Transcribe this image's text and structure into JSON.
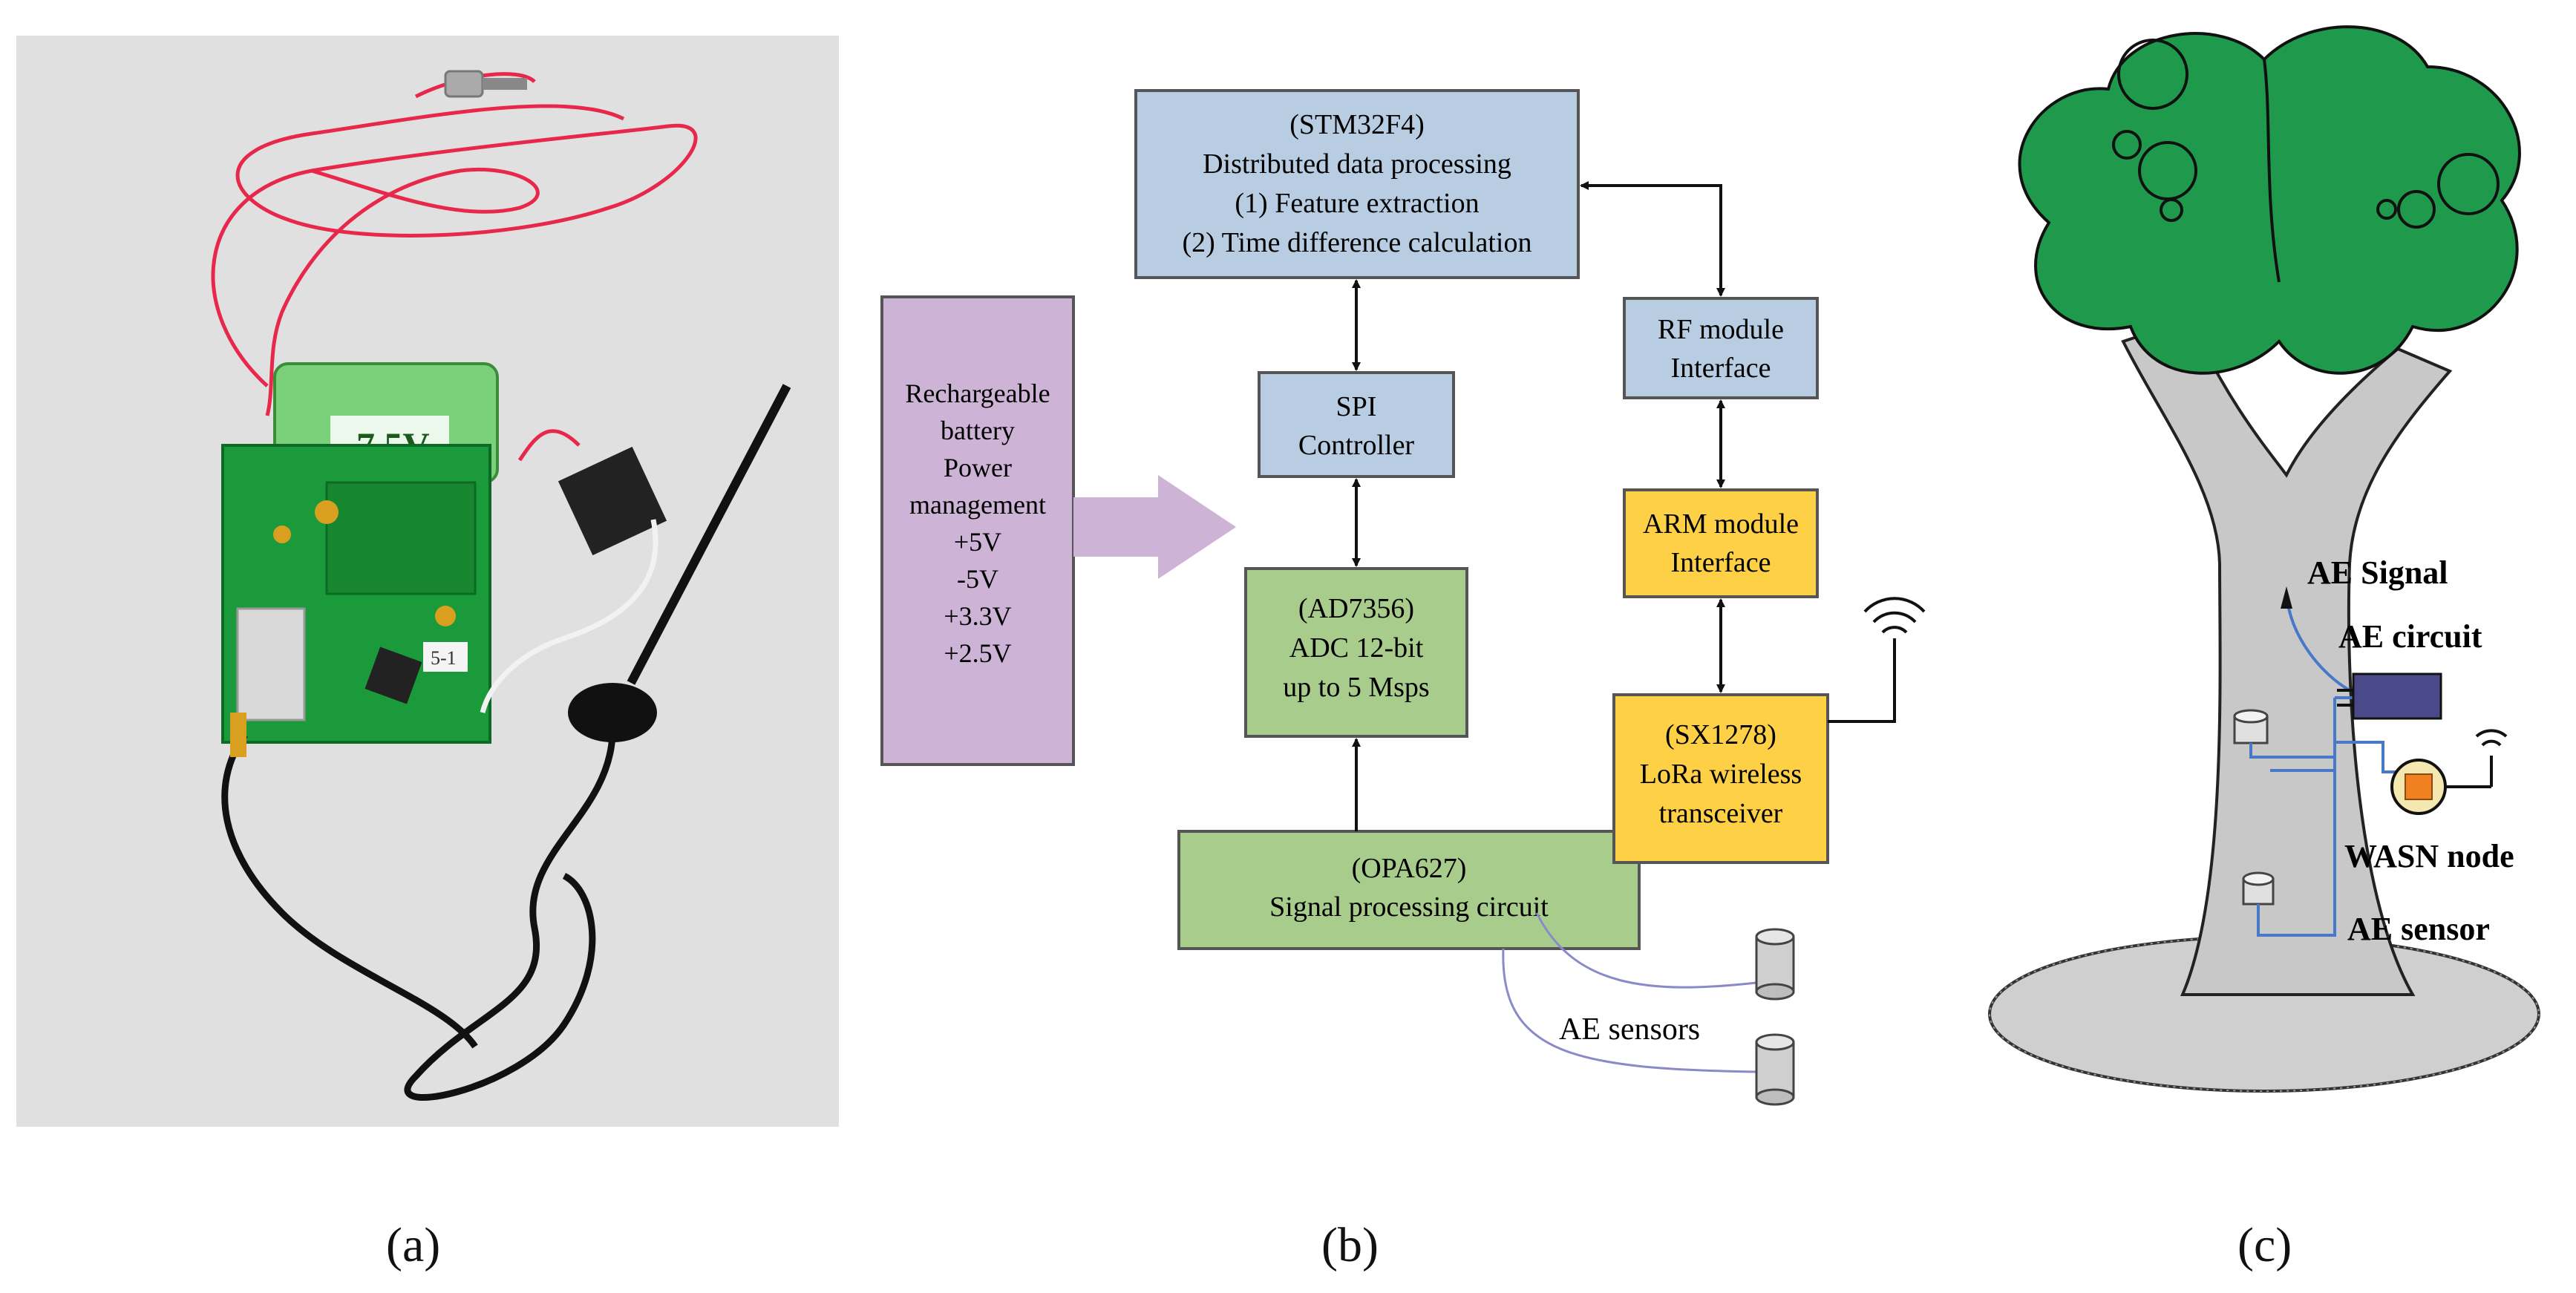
{
  "captions": {
    "a": "(a)",
    "b": "(b)",
    "c": "(c)"
  },
  "photo": {
    "battery_label": "7.5V",
    "board_sticker": "5-1"
  },
  "block_diagram": {
    "stm32": {
      "lines": [
        "(STM32F4)",
        "Distributed data processing",
        "(1)  Feature extraction",
        "(2) Time difference calculation"
      ]
    },
    "spi": {
      "lines": [
        "SPI",
        "Controller"
      ]
    },
    "adc": {
      "lines": [
        "(AD7356)",
        "ADC 12-bit",
        "up to 5 Msps"
      ]
    },
    "opa": {
      "lines": [
        "(OPA627)",
        "Signal processing circuit"
      ]
    },
    "power": {
      "lines": [
        "Rechargeable",
        "battery",
        "Power",
        "management",
        "+5V",
        "-5V",
        "+3.3V",
        "+2.5V"
      ]
    },
    "rf": {
      "lines": [
        "RF module",
        "Interface"
      ]
    },
    "arm": {
      "lines": [
        "ARM module",
        "Interface"
      ]
    },
    "lora": {
      "lines": [
        "(SX1278)",
        "LoRa wireless",
        "transceiver"
      ]
    },
    "ae_sensors_label": "AE sensors",
    "colors": {
      "blue": "#b8cde2",
      "green": "#a8cc8c",
      "purple": "#cdb3d6",
      "yellow": "#fdd046"
    }
  },
  "tree": {
    "labels": {
      "signal": "AE Signal",
      "circuit": "AE circuit",
      "node": "WASN node",
      "sensor": "AE sensor"
    },
    "colors": {
      "foliage": "#1f9a4c",
      "trunk": "#c8c8c8",
      "wire": "#4a78c8",
      "circuit": "#4a4a8a"
    }
  }
}
